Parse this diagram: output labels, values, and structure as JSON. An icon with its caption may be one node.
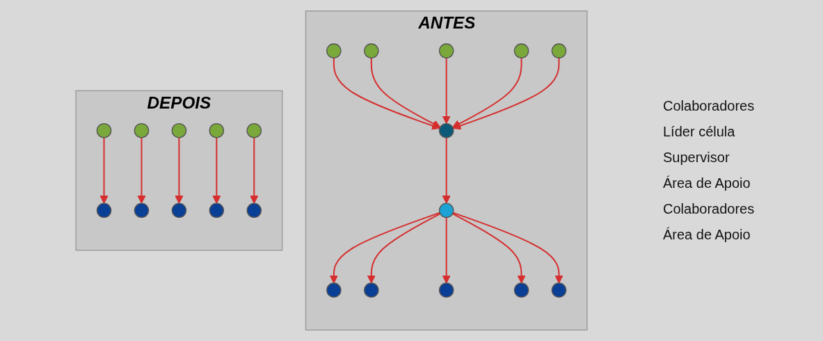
{
  "diagram": {
    "nodes": [
      {
        "text": [
          "ANTES"
        ]
      },
      {
        "text": [],
        "shape": "circle",
        "in": 0
      },
      {
        "text": [],
        "shape": "circle",
        "in": 0
      },
      {
        "text": [],
        "shape": "circle",
        "in": 0
      },
      {
        "text": [],
        "shape": "circle",
        "in": 0
      },
      {
        "text": [],
        "shape": "circle",
        "in": 0
      },
      {
        "text": [],
        "shape": "circle",
        "in": 0
      },
      {
        "text": [],
        "shape": "circle",
        "in": 0
      },
      {
        "text": [],
        "shape": "circle",
        "in": 0
      },
      {
        "text": [],
        "shape": "circle",
        "in": 0
      },
      {
        "text": [],
        "shape": "circle",
        "in": 0
      },
      {
        "text": [],
        "shape": "circle",
        "in": 0
      },
      {
        "text": [],
        "shape": "circle",
        "in": 0
      },
      {
        "text": [
          "DEPOIS"
        ]
      },
      {
        "text": [],
        "shape": "circle",
        "in": 13
      },
      {
        "text": [],
        "shape": "circle",
        "in": 13
      },
      {
        "text": [],
        "shape": "circle",
        "in": 13
      },
      {
        "text": [],
        "shape": "circle",
        "in": 13
      },
      {
        "text": [],
        "shape": "circle",
        "in": 13
      },
      {
        "text": [],
        "shape": "circle",
        "in": 13
      },
      {
        "text": [],
        "shape": "circle",
        "in": 13
      },
      {
        "text": [],
        "shape": "circle",
        "in": 13
      },
      {
        "text": [],
        "shape": "circle",
        "in": 13
      },
      {
        "text": [],
        "shape": "circle",
        "in": 13
      }
    ],
    "edges": [
      {
        "from": 1,
        "to": 6,
        "arrow": "to"
      },
      {
        "from": 2,
        "to": 6,
        "arrow": "to"
      },
      {
        "from": 3,
        "to": 6,
        "arrow": "to"
      },
      {
        "from": 4,
        "to": 6,
        "arrow": "to"
      },
      {
        "from": 5,
        "to": 6,
        "arrow": "to"
      },
      {
        "from": 6,
        "to": 7,
        "arrow": "to"
      },
      {
        "from": 7,
        "to": 8,
        "arrow": "to"
      },
      {
        "from": 7,
        "to": 9,
        "arrow": "to"
      },
      {
        "from": 7,
        "to": 10,
        "arrow": "to"
      },
      {
        "from": 7,
        "to": 11,
        "arrow": "to"
      },
      {
        "from": 7,
        "to": 12,
        "arrow": "to"
      },
      {
        "from": 14,
        "to": 19,
        "arrow": "to"
      },
      {
        "from": 15,
        "to": 20,
        "arrow": "to"
      },
      {
        "from": 16,
        "to": 21,
        "arrow": "to"
      },
      {
        "from": 17,
        "to": 22,
        "arrow": "to"
      },
      {
        "from": 18,
        "to": 23,
        "arrow": "to"
      }
    ],
    "labels": [
      "Colaboradores",
      "Líder célula",
      "Supervisor",
      "Área de Apoio",
      "Colaboradores",
      "Área de Apoio"
    ]
  }
}
